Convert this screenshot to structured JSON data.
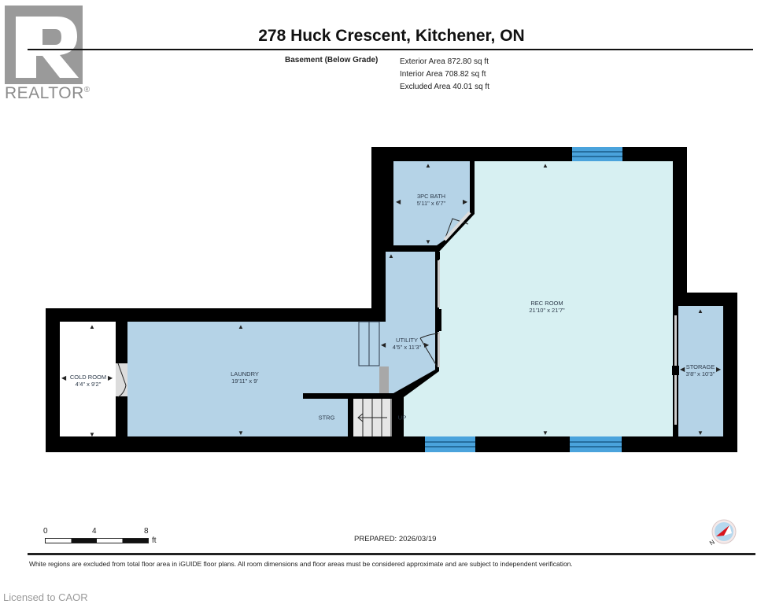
{
  "header": {
    "logo": {
      "icon": "realtor-r-logo",
      "text": "REALTOR",
      "registered": "®"
    },
    "title": "278 Huck Crescent, Kitchener, ON",
    "level_name": "Basement (Below Grade)",
    "areas": [
      "Exterior Area 872.80 sq ft",
      "Interior Area 708.82 sq ft",
      "Excluded Area 40.01 sq ft"
    ]
  },
  "rooms": [
    {
      "name": "3PC BATH",
      "dims": "5'11\" x 6'7\""
    },
    {
      "name": "REC ROOM",
      "dims": "21'10\" x 21'7\""
    },
    {
      "name": "UTILITY",
      "dims": "4'5\" x 11'3\""
    },
    {
      "name": "COLD ROOM",
      "dims": "4'4\" x 9'2\""
    },
    {
      "name": "LAUNDRY",
      "dims": "19'11\" x 9'"
    },
    {
      "name": "STORAGE",
      "dims": "3'8\" x 10'3\""
    },
    {
      "name": "STRG",
      "dims": ""
    }
  ],
  "stairs_label": "UP",
  "colors": {
    "wall": "#000000",
    "room_blue": "#b5d3e7",
    "rec_room": "#d7f0f2",
    "excluded": "#ffffff",
    "window": "#4aa3dc",
    "stairs": "#e6e6e6",
    "compass_red": "#d9141c",
    "compass_blue": "#b6d8ee",
    "logo_gray": "#9a9a9a"
  },
  "scale": {
    "ticks": [
      "0",
      "4",
      "8"
    ],
    "unit": "ft"
  },
  "prepared": "PREPARED: 2026/03/19",
  "compass": {
    "icon": "north-compass-icon",
    "label": "N"
  },
  "disclaimer": "White regions are excluded from total floor area in iGUIDE floor plans. All room dimensions and floor areas must be considered approximate and are subject to independent verification.",
  "watermark": "Licensed to CAOR"
}
